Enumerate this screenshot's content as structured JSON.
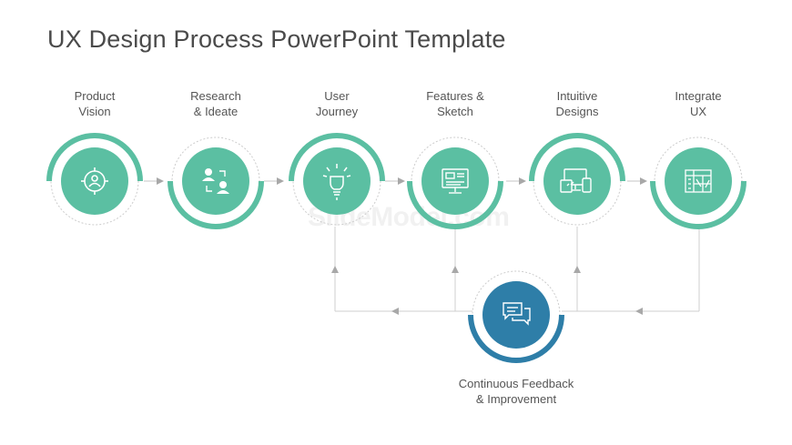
{
  "title": "UX Design Process PowerPoint Template",
  "steps": [
    {
      "label": "Product\nVision",
      "icon": "target-person-icon"
    },
    {
      "label": "Research\n& Ideate",
      "icon": "people-exchange-icon"
    },
    {
      "label": "User\nJourney",
      "icon": "lightbulb-icon"
    },
    {
      "label": "Features &\nSketch",
      "icon": "monitor-layout-icon"
    },
    {
      "label": "Intuitive\nDesigns",
      "icon": "devices-icon"
    },
    {
      "label": "Integrate\nUX",
      "icon": "blueprint-icon"
    }
  ],
  "feedback": {
    "label": "Continuous  Feedback\n& Improvement",
    "icon": "chat-bubbles-icon"
  },
  "watermark": "SlideModel.com",
  "colors": {
    "teal": "#5bbfa2",
    "blue": "#2e7ea8",
    "arrow": "#b5b5b5",
    "text": "#555555",
    "title": "#4a4a4a"
  }
}
